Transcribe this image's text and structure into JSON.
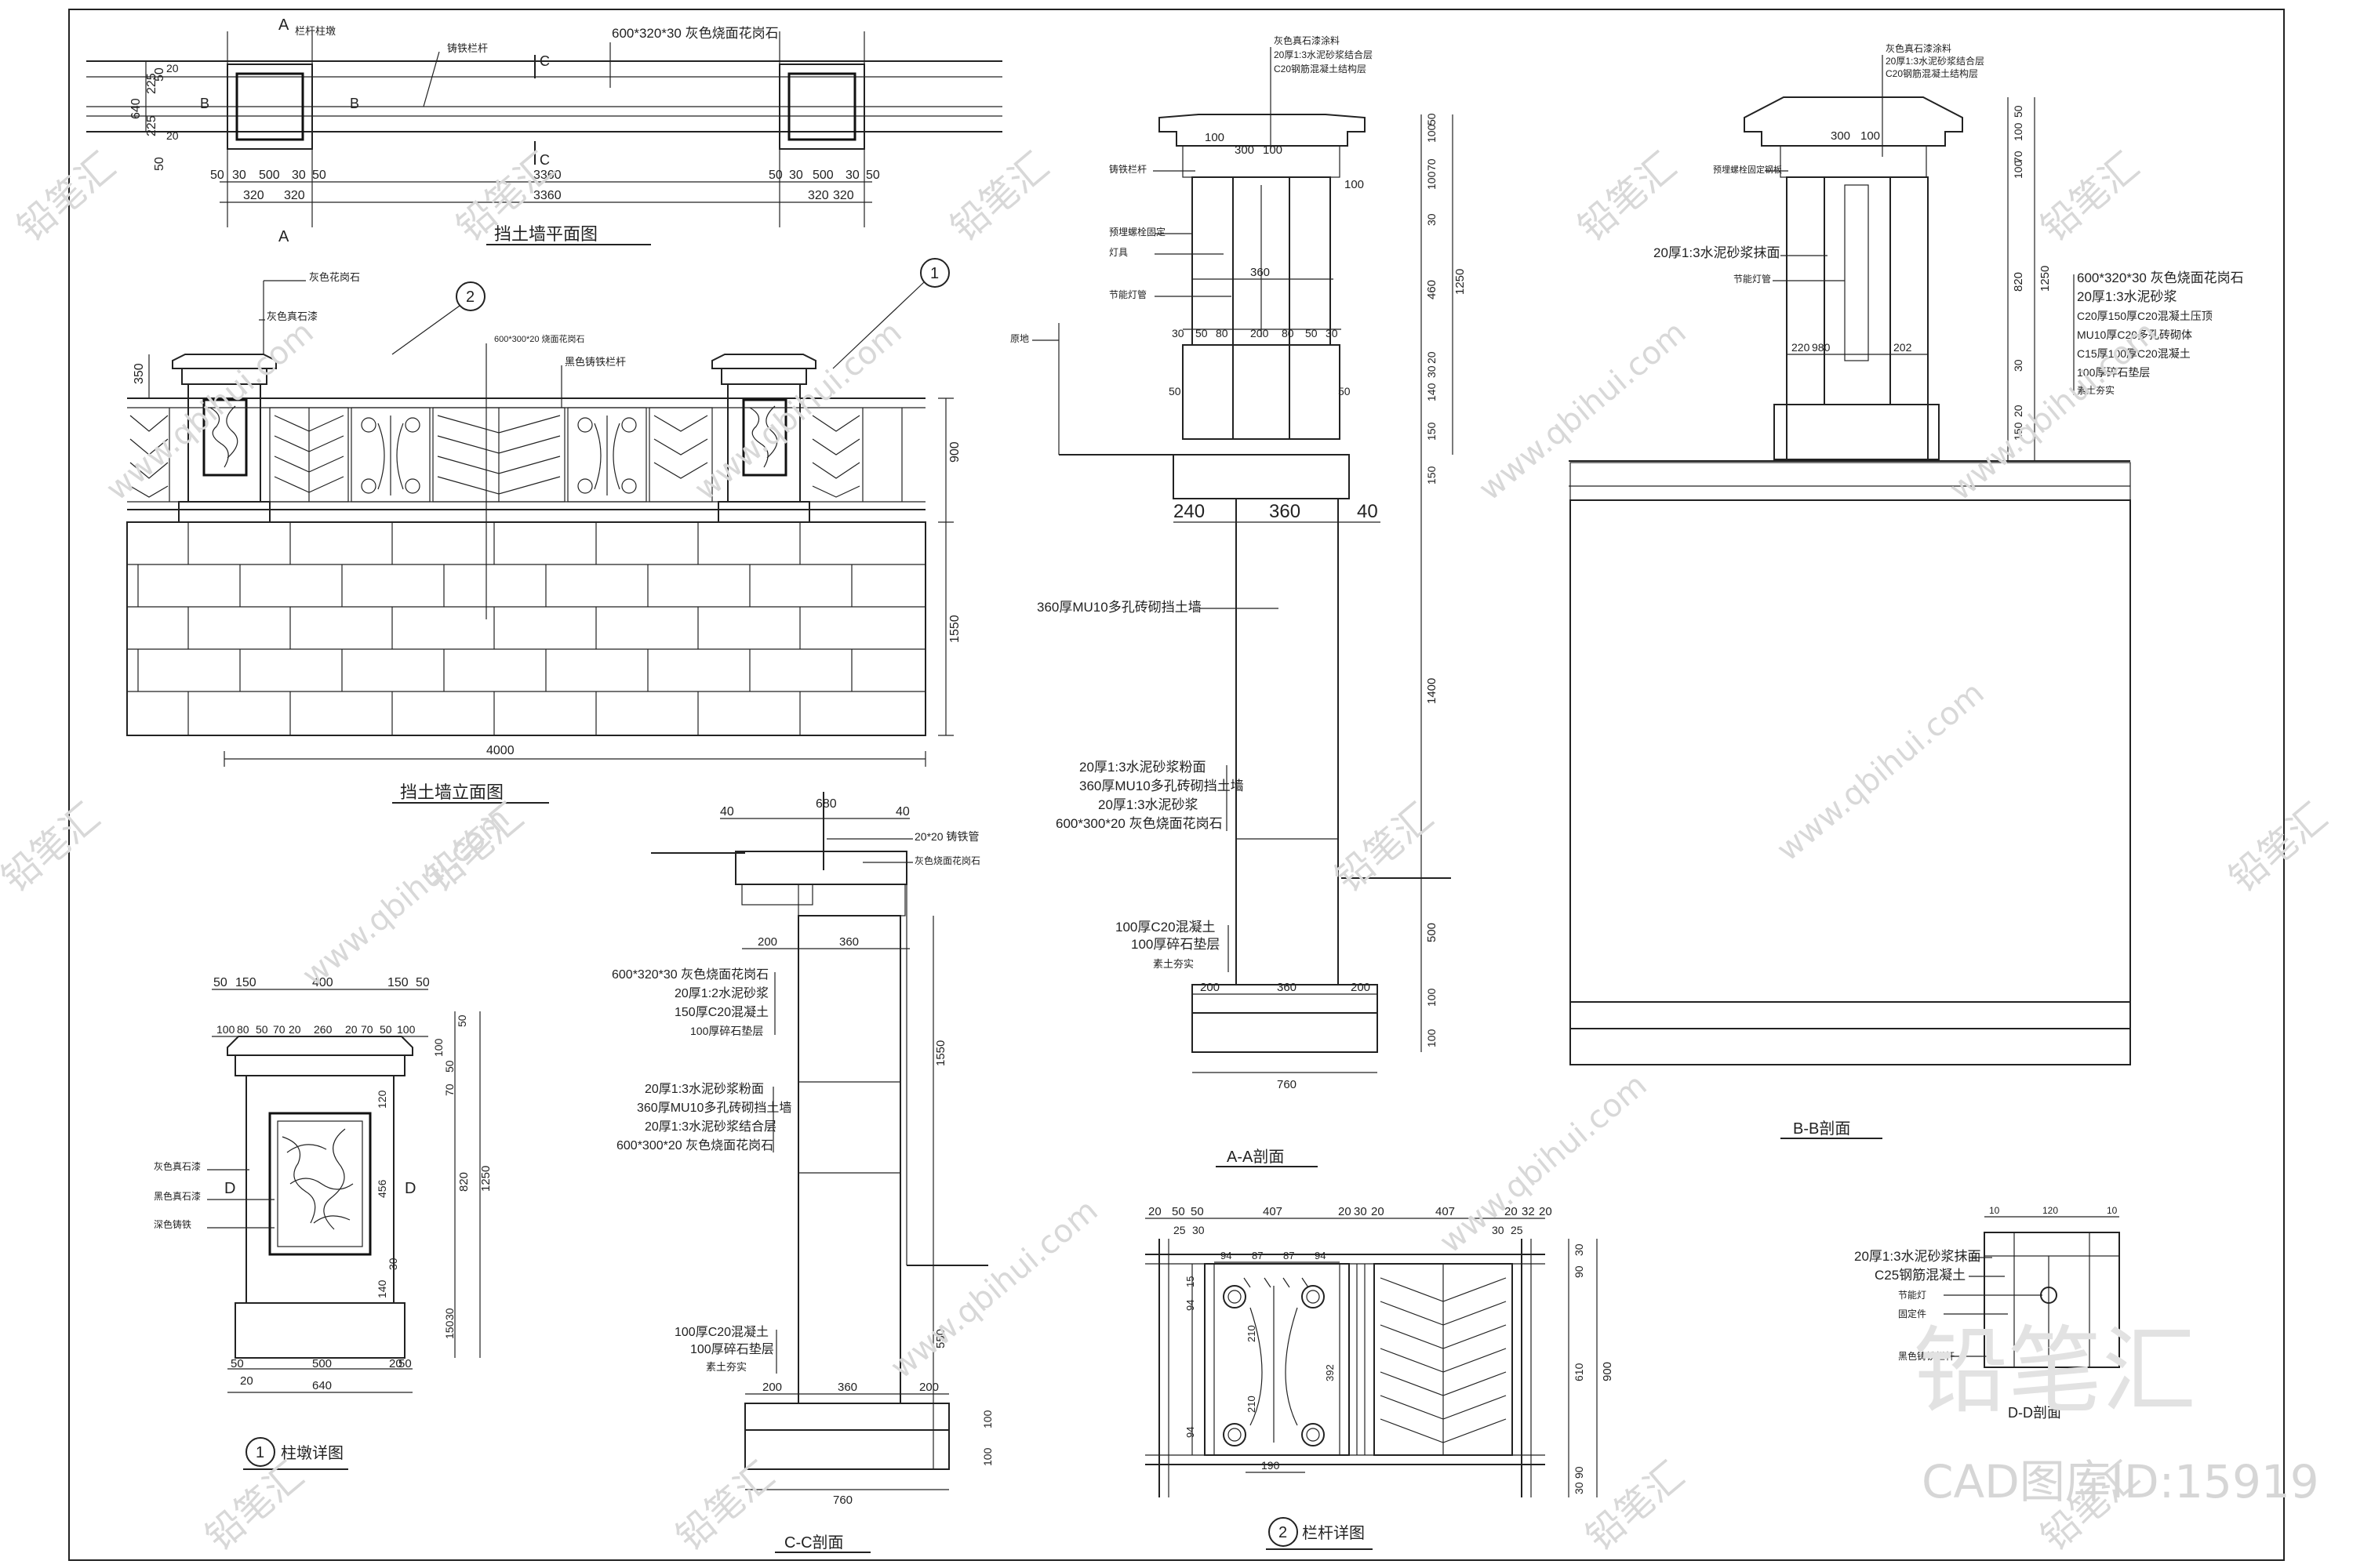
{
  "plan": {
    "title": "挡土墙平面图",
    "top_label": "600*320*30 灰色烧面花岗石",
    "left_label": "栏杆柱墩",
    "mid_label": "铸铁栏杆",
    "sec_a": "A",
    "sec_b": "B",
    "sec_c": "C",
    "dims_top": [
      "50",
      "30",
      "500",
      "30",
      "50"
    ],
    "dims_left": [
      "640",
      "225",
      "225",
      "50",
      "50",
      "20",
      "20"
    ],
    "dim_320": "320",
    "dim_3360": "3360"
  },
  "elevation": {
    "title": "挡土墙立面图",
    "labels": [
      "灰色花岗石",
      "灰色真石漆",
      "600*300*20 烧面花岗石",
      "黑色铸铁栏杆"
    ],
    "dim_350": "350",
    "dim_900": "900",
    "dim_1550": "1550",
    "dim_4000": "4000",
    "callout_1": "1",
    "callout_2": "2"
  },
  "pier": {
    "title": "柱墩详图",
    "callout": "1",
    "dims_top": [
      "50",
      "150",
      "400",
      "150",
      "50"
    ],
    "dims_cap": [
      "100",
      "80",
      "50",
      "70",
      "20",
      "260",
      "20",
      "70",
      "50",
      "100"
    ],
    "dims_right": [
      "50",
      "100",
      "50",
      "70",
      "120",
      "456",
      "820",
      "1250",
      "30",
      "140",
      "150",
      "30"
    ],
    "dims_bottom": [
      "50",
      "20",
      "500",
      "20",
      "50"
    ],
    "dim_640": "640",
    "labels": [
      "灰色真石漆",
      "黑色真石漆",
      "深色铸铁"
    ],
    "sec_d": "D"
  },
  "section_cc": {
    "title": "C-C剖面",
    "dims_top": [
      "40",
      "680",
      "40"
    ],
    "dims_mid": [
      "200",
      "360"
    ],
    "dims_bottom": [
      "200",
      "360",
      "200"
    ],
    "dim_760": "760",
    "dims_right": [
      "1550",
      "550",
      "100",
      "100"
    ],
    "labels_top": [
      "20*20 铸铁管",
      "灰色烧面花岗石"
    ],
    "labels_mid": [
      "600*320*30 灰色烧面花岗石",
      "20厚1:2水泥砂浆",
      "150厚C20混凝土",
      "100厚碎石垫层"
    ],
    "labels_wall": [
      "20厚1:3水泥砂浆粉面",
      "360厚MU10多孔砖砌挡土墙",
      "20厚1:3水泥砂浆结合层",
      "600*300*20 灰色烧面花岗石"
    ],
    "labels_base": [
      "100厚C20混凝土",
      "100厚碎石垫层",
      "素土夯实"
    ]
  },
  "section_aa": {
    "title": "A-A剖面",
    "labels_cap": [
      "灰色真石漆涂料",
      "20厚1:3水泥砂浆结合层",
      "C20钢筋混凝土结构层"
    ],
    "labels_side": [
      "铸铁栏杆",
      "预埋螺栓固定",
      "灯具",
      "节能灯管"
    ],
    "label_ground": "原地",
    "label_wall": "360厚MU10多孔砖砌挡土墙",
    "labels_wall": [
      "20厚1:3水泥砂浆粉面",
      "360厚MU10多孔砖砌挡土墙",
      "20厚1:3水泥砂浆",
      "600*300*20 灰色烧面花岗石"
    ],
    "labels_base": [
      "100厚C20混凝土",
      "100厚碎石垫层",
      "素土夯实"
    ],
    "dims_cap": [
      "100",
      "300",
      "100",
      "100"
    ],
    "dims_mid": [
      "360",
      "200"
    ],
    "dims_mid2": [
      "30",
      "50",
      "80",
      "200",
      "80",
      "50",
      "30"
    ],
    "dims_base": [
      "240",
      "360",
      "40"
    ],
    "dims_bottom": [
      "200",
      "360",
      "200"
    ],
    "dim_760": "760",
    "dims_right": [
      "100",
      "70",
      "100",
      "50",
      "30",
      "460",
      "1250",
      "20",
      "30",
      "140",
      "150",
      "150",
      "1400",
      "500",
      "100",
      "100"
    ],
    "dim_100": "100",
    "dim_50": "50",
    "dim_40": "40"
  },
  "section_bb": {
    "title": "B-B剖面",
    "labels_cap": [
      "灰色真石漆涂料",
      "20厚1:3水泥砂浆结合层",
      "C20钢筋混凝土结构层"
    ],
    "labels_side": [
      "预埋螺栓固定钢板",
      "20厚1:3水泥砂浆抹面",
      "节能灯管"
    ],
    "labels_right": [
      "600*320*30 灰色烧面花岗石",
      "20厚1:3水泥砂浆",
      "C20厚150厚C20混凝土压顶",
      "MU10厚C20多孔砖砌体",
      "C15厚100厚C20混凝土",
      "100厚碎石垫层",
      "素土夯实"
    ],
    "dims_cap": [
      "300",
      "100"
    ],
    "dims_mid": [
      "220",
      "980",
      "202"
    ],
    "dims_right": [
      "50",
      "100",
      "70",
      "100",
      "820",
      "1250",
      "30",
      "150",
      "20"
    ]
  },
  "railing": {
    "title": "栏杆详图",
    "callout": "2",
    "dims_top": [
      "20",
      "50",
      "50",
      "407",
      "20",
      "30",
      "20",
      "407",
      "20",
      "32",
      "20"
    ],
    "dims_top2": [
      "25",
      "30",
      "30",
      "25"
    ],
    "dims_inner": [
      "94",
      "87",
      "87",
      "94"
    ],
    "dims_left": [
      "15",
      "94",
      "210",
      "392",
      "210",
      "94"
    ],
    "dim_190": "190",
    "dims_right": [
      "30",
      "90",
      "900",
      "610",
      "90",
      "30"
    ]
  },
  "detail_d": {
    "title": "D-D剖面",
    "labels": [
      "20厚1:3水泥砂浆抹面",
      "C25钢筋混凝土",
      "节能灯",
      "固定件",
      "黑色铸铁栏杆"
    ],
    "dims_top": [
      "10",
      "120",
      "10"
    ]
  },
  "watermark": {
    "site": "www.qbihui.com",
    "brand": "铅笔汇",
    "id_text": "CAD图库ID:15919"
  }
}
